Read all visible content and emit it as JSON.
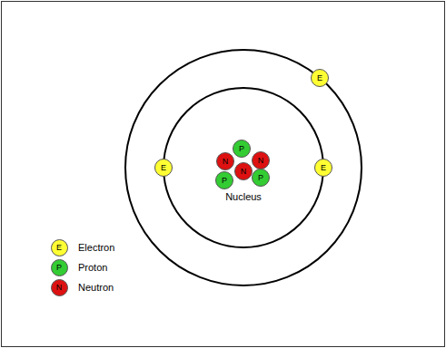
{
  "diagram": {
    "nodes": [
      {
        "text": [
          "E"
        ]
      },
      {
        "text": [
          "E"
        ]
      },
      {
        "text": [
          "E"
        ]
      },
      {
        "text": [
          "P"
        ]
      },
      {
        "text": [
          "N"
        ]
      },
      {
        "text": [
          "N"
        ]
      },
      {
        "text": [
          "N"
        ]
      },
      {
        "text": [
          "P"
        ]
      },
      {
        "text": [
          "P"
        ]
      }
    ],
    "labels": [
      "Nucleus",
      "E",
      "P",
      "N"
    ],
    "legend": [
      {
        "text": "Electron",
        "color": "#ffff33"
      },
      {
        "text": "Proton",
        "color": "#33cc33"
      },
      {
        "text": "Neutron",
        "color": "#dd1111"
      }
    ]
  }
}
